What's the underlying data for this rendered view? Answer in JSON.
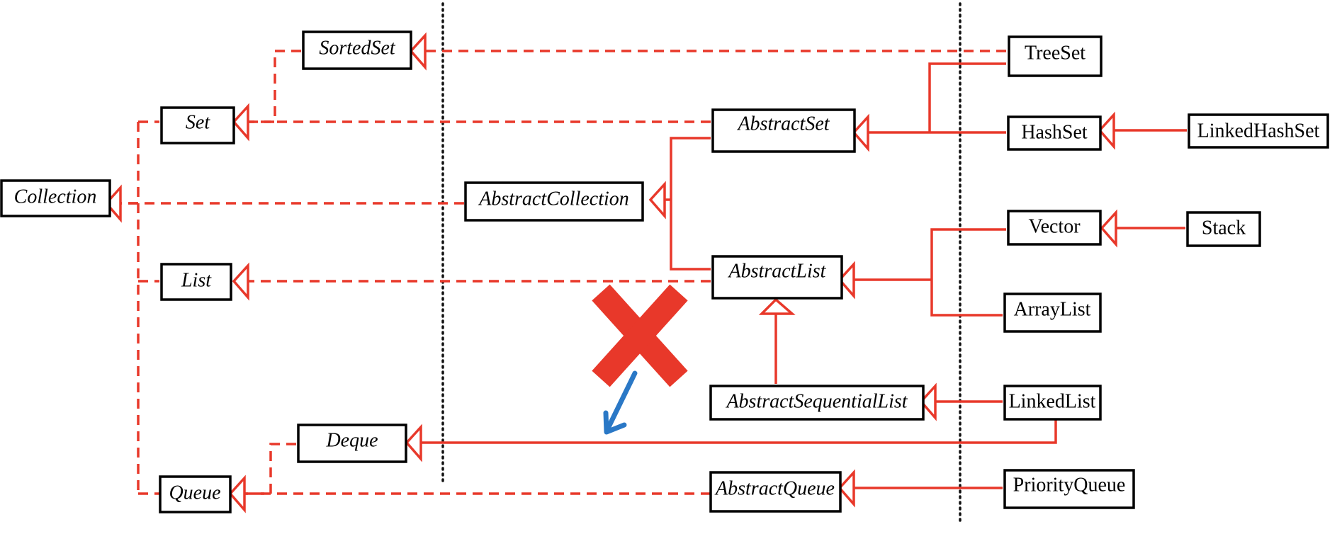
{
  "colors": {
    "relation": "#e8382a",
    "cross": "#e8382a",
    "arrow": "#2a78c6",
    "box_stroke": "#000000"
  },
  "nodes": {
    "collection": "Collection",
    "sortedset": "SortedSet",
    "set": "Set",
    "list": "List",
    "deque": "Deque",
    "queue": "Queue",
    "abstractcollection": "AbstractCollection",
    "abstractset": "AbstractSet",
    "abstractlist": "AbstractList",
    "abstractsequentiallist": "AbstractSequentialList",
    "abstractqueue": "AbstractQueue",
    "treeset": "TreeSet",
    "hashset": "HashSet",
    "linkedhashset": "LinkedHashSet",
    "vector": "Vector",
    "stack": "Stack",
    "arraylist": "ArrayList",
    "linkedlist": "LinkedList",
    "priorityqueue": "PriorityQueue"
  },
  "marks": {
    "cross": "red-x-icon",
    "pointer": "blue-arrow-icon"
  }
}
